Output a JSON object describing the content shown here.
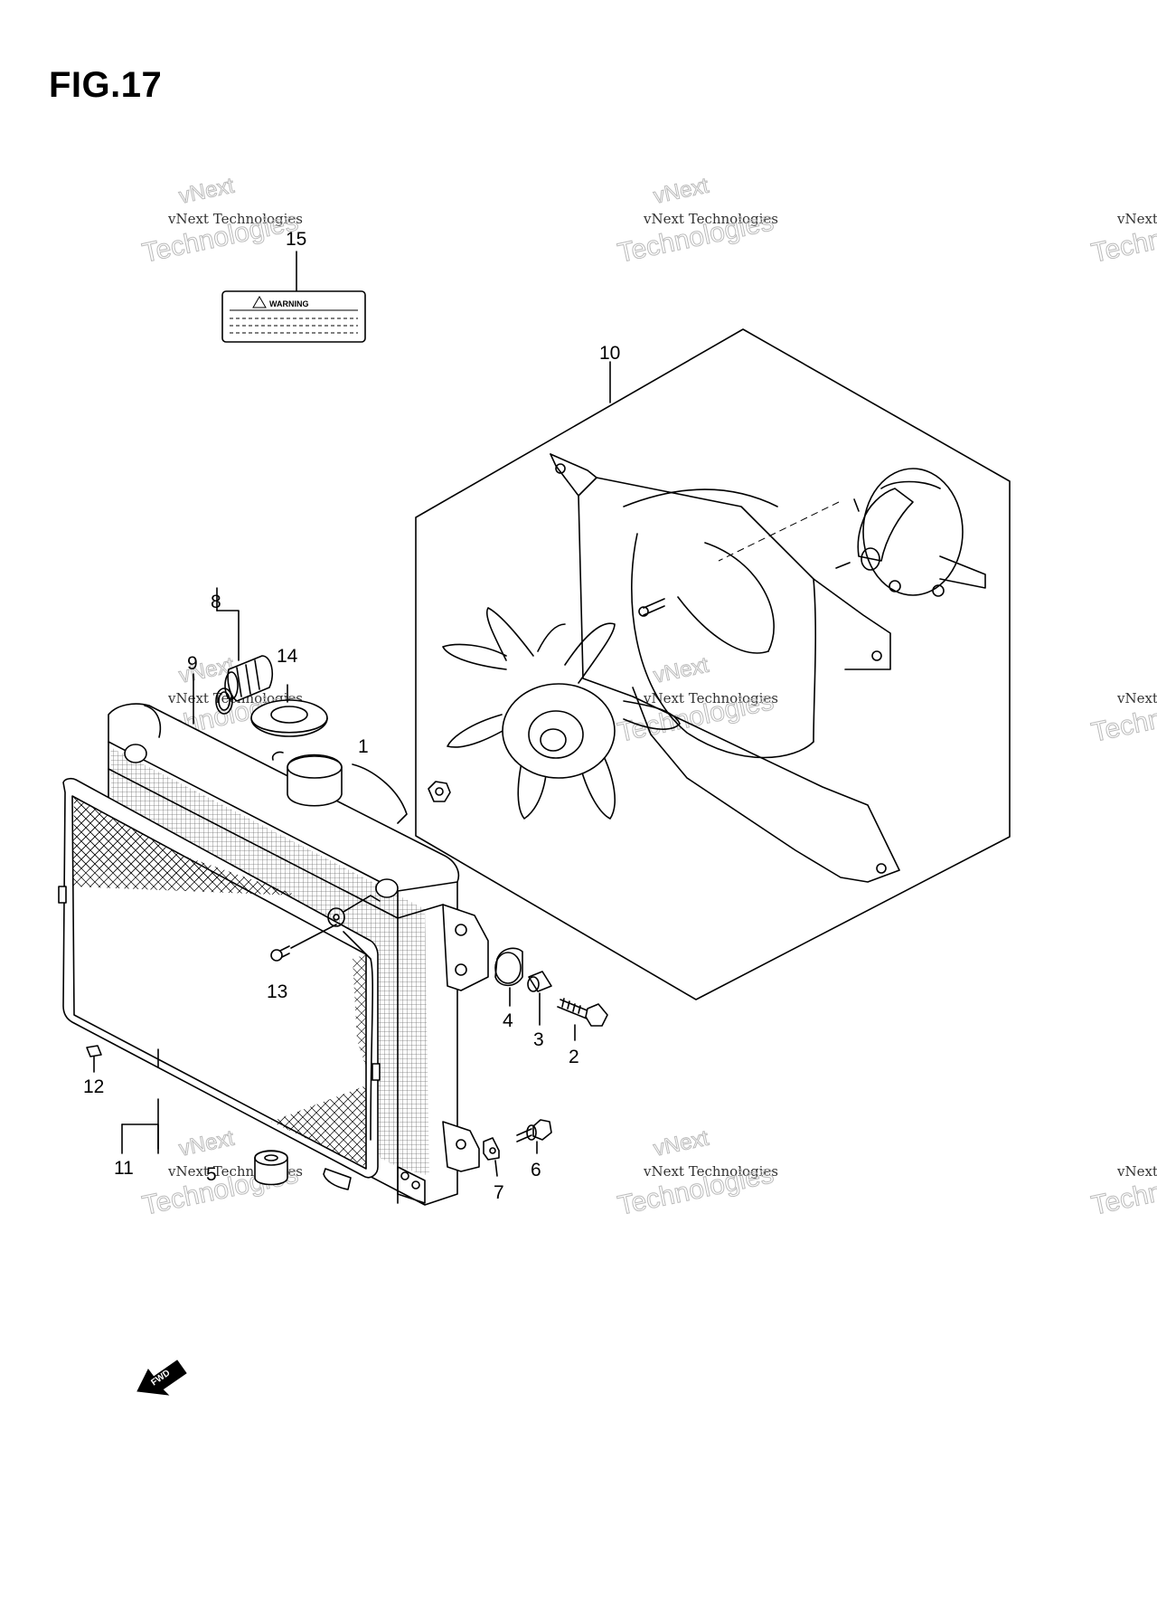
{
  "figure": {
    "title": "FIG.17"
  },
  "label_sticker": {
    "text": "WARNING"
  },
  "fwd_arrow": {
    "text": "FWD"
  },
  "watermark": {
    "line1": "vNext Technologies",
    "line2": "vNext",
    "line3": "Technologies"
  },
  "callouts": [
    {
      "id": "1",
      "text": "1"
    },
    {
      "id": "2",
      "text": "2"
    },
    {
      "id": "3",
      "text": "3"
    },
    {
      "id": "4",
      "text": "4"
    },
    {
      "id": "5",
      "text": "5"
    },
    {
      "id": "6",
      "text": "6"
    },
    {
      "id": "7",
      "text": "7"
    },
    {
      "id": "8",
      "text": "8"
    },
    {
      "id": "9",
      "text": "9"
    },
    {
      "id": "10",
      "text": "10"
    },
    {
      "id": "11",
      "text": "11"
    },
    {
      "id": "12",
      "text": "12"
    },
    {
      "id": "13",
      "text": "13"
    },
    {
      "id": "14",
      "text": "14"
    },
    {
      "id": "15",
      "text": "15"
    }
  ]
}
